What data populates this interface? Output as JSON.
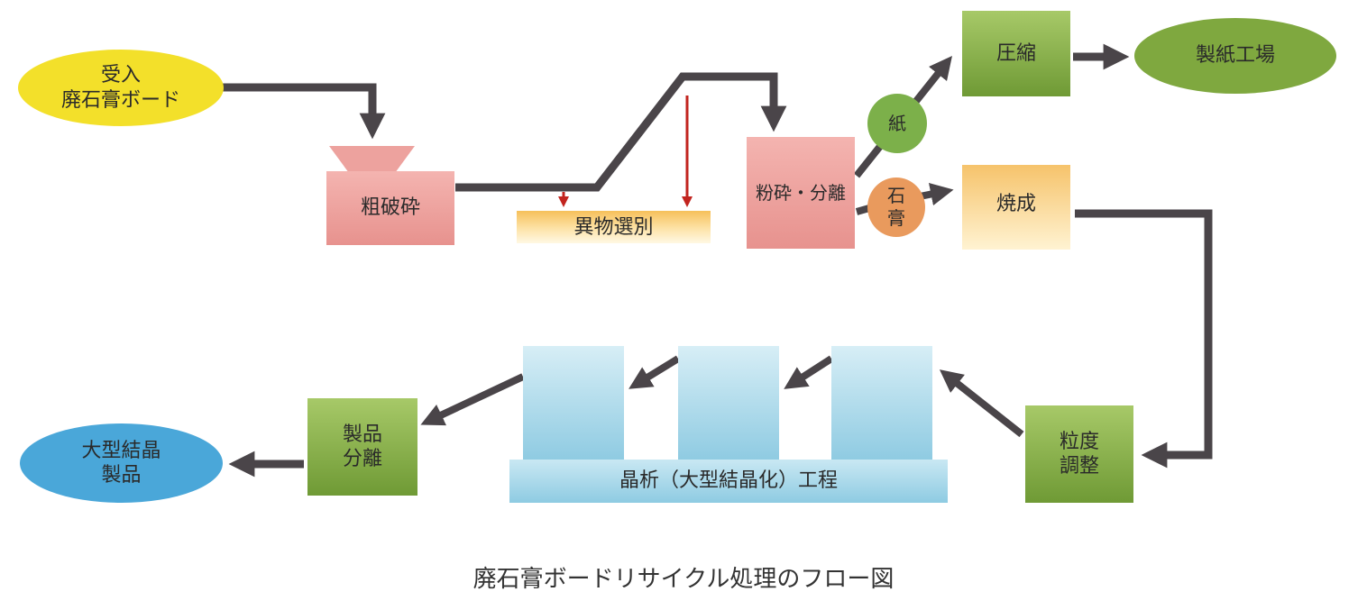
{
  "nodes": {
    "received_board": "受入\n廃石膏ボード",
    "coarse_crush": "粗破砕",
    "foreign_sort": "異物選別",
    "pulverize_separate": "粉砕・分離",
    "paper_circle": "紙",
    "gypsum_circle": "石\n膏",
    "compress": "圧縮",
    "paper_mill": "製紙工場",
    "calcine": "焼成",
    "granulometry": "粒度\n調整",
    "crystallization": "晶析（大型結晶化）工程",
    "product_separation": "製品\n分離",
    "large_crystal_product": "大型結晶\n製品"
  },
  "caption": "廃石膏ボードリサイクル処理のフロー図",
  "colors": {
    "arrow": "#4a4549",
    "red_arrow": "#c2241f",
    "yellow": "#f3e02a",
    "green_ellipse": "#7fa83f",
    "blue_ellipse": "#4aa7d9",
    "orange_circle": "#e99a5d",
    "green_circle": "#7cb04a"
  }
}
